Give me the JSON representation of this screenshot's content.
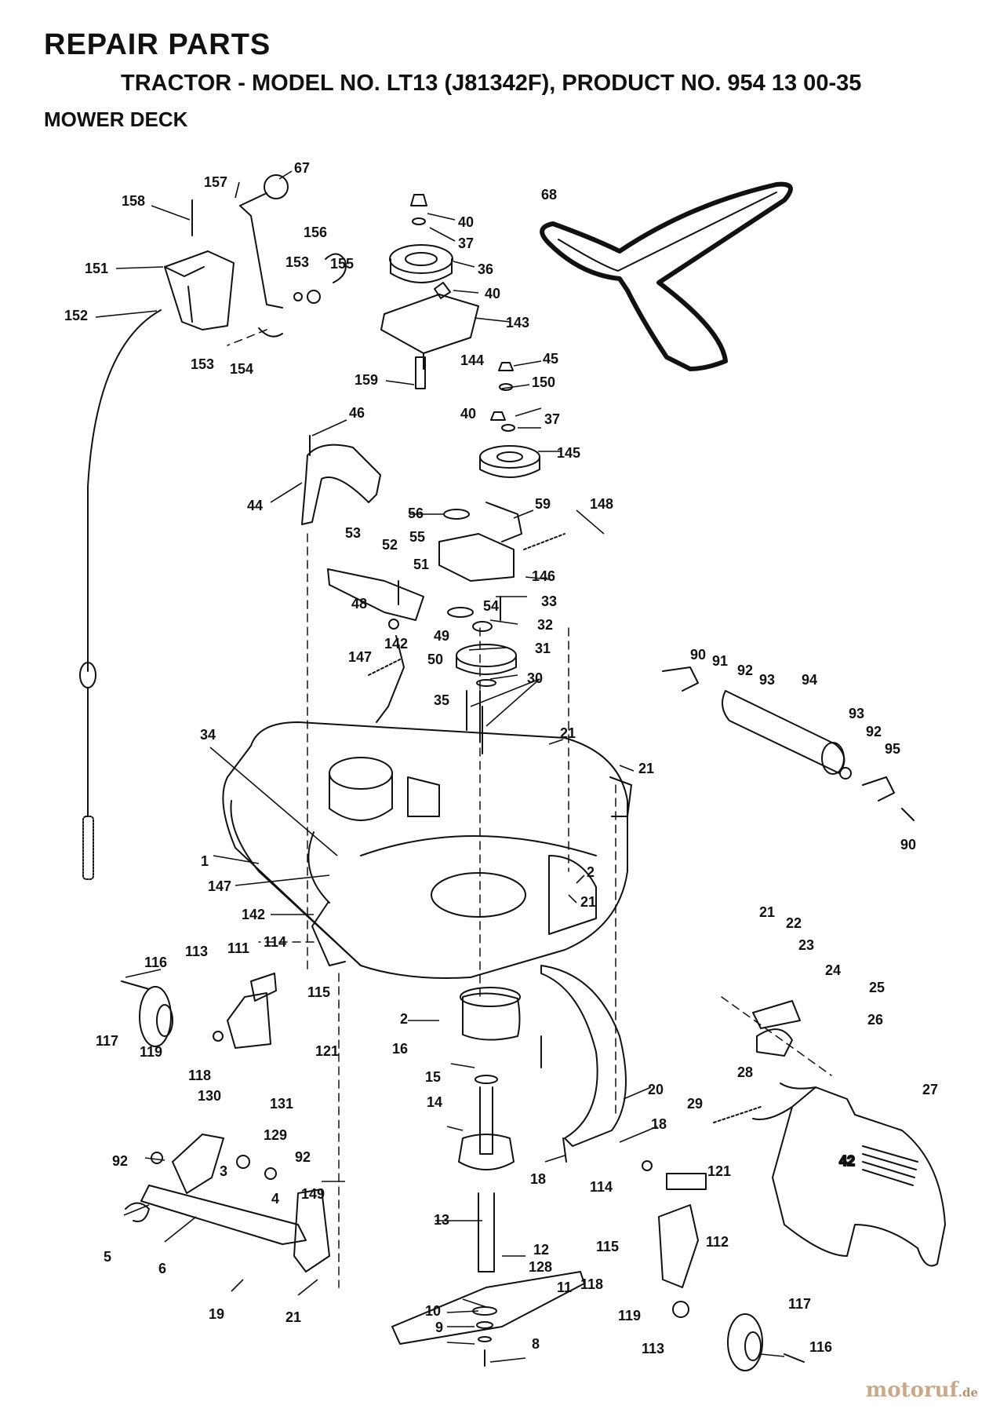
{
  "header": {
    "title": "REPAIR PARTS",
    "subtitle": "TRACTOR - MODEL NO. LT13 (J81342F), PRODUCT NO. 954 13 00-35",
    "section": "MOWER DECK"
  },
  "watermark": {
    "brand": "motoruf",
    "domain": ".de"
  },
  "part_labels": [
    "1",
    "2",
    "3",
    "4",
    "5",
    "6",
    "8",
    "9",
    "10",
    "11",
    "12",
    "13",
    "14",
    "15",
    "16",
    "18",
    "19",
    "20",
    "21",
    "22",
    "23",
    "24",
    "25",
    "26",
    "27",
    "28",
    "29",
    "30",
    "31",
    "32",
    "33",
    "34",
    "35",
    "36",
    "37",
    "40",
    "44",
    "45",
    "46",
    "48",
    "49",
    "50",
    "51",
    "52",
    "53",
    "54",
    "55",
    "56",
    "59",
    "67",
    "68",
    "90",
    "91",
    "92",
    "93",
    "94",
    "95",
    "111",
    "112",
    "113",
    "114",
    "115",
    "116",
    "117",
    "118",
    "119",
    "121",
    "128",
    "129",
    "130",
    "131",
    "142",
    "143",
    "144",
    "145",
    "146",
    "147",
    "148",
    "149",
    "150",
    "151",
    "152",
    "153",
    "154",
    "155",
    "156",
    "157",
    "158",
    "159"
  ],
  "callouts": {
    "c157": "157",
    "c67": "67",
    "c158": "158",
    "c156": "156",
    "c151": "151",
    "c153a": "153",
    "c155": "155",
    "c152": "152",
    "c153b": "153",
    "c154": "154",
    "c40a": "40",
    "c37a": "37",
    "c36": "36",
    "c40b": "40",
    "c143": "143",
    "c144": "144",
    "c159": "159",
    "c68": "68",
    "c45": "45",
    "c150": "150",
    "c40c": "40",
    "c37b": "37",
    "c145": "145",
    "c46": "46",
    "c44": "44",
    "c56": "56",
    "c59": "59",
    "c148": "148",
    "c55": "55",
    "c53": "53",
    "c52": "52",
    "c51": "51",
    "c146": "146",
    "c54": "54",
    "c33": "33",
    "c48": "48",
    "c49": "49",
    "c50": "50",
    "c32": "32",
    "c31": "31",
    "c147a": "147",
    "c142a": "142",
    "c30": "30",
    "c35": "35",
    "c21a": "21",
    "c21b": "21",
    "c90a": "90",
    "c91": "91",
    "c92a": "92",
    "c93a": "93",
    "c94": "94",
    "c93b": "93",
    "c92b": "92",
    "c95": "95",
    "c90b": "90",
    "c34": "34",
    "c1": "1",
    "c147b": "147",
    "c2a": "2",
    "c21c": "21",
    "c142b": "142",
    "c113a": "113",
    "c111": "111",
    "c114a": "114",
    "c116a": "116",
    "c115a": "115",
    "c117a": "117",
    "c119a": "119",
    "c121a": "121",
    "c118a": "118",
    "c2b": "2",
    "c16": "16",
    "c21d": "21",
    "c22": "22",
    "c23": "23",
    "c24": "24",
    "c25": "25",
    "c26": "26",
    "c15": "15",
    "c20": "20",
    "c28": "28",
    "c27": "27",
    "c29": "29",
    "c14": "14",
    "c18a": "18",
    "c18b": "18",
    "c130": "130",
    "c131": "131",
    "c129": "129",
    "c92c": "92",
    "c92d": "92",
    "c3": "3",
    "c4": "4",
    "c149": "149",
    "c5": "5",
    "c6": "6",
    "c13": "13",
    "c12": "12",
    "c128": "128",
    "c11": "11",
    "c114b": "114",
    "c121b": "121",
    "c115b": "115",
    "c112": "112",
    "c118b": "118",
    "c119b": "119",
    "c117b": "117",
    "c10": "10",
    "c9": "9",
    "c8": "8",
    "c19": "19",
    "c21e": "21",
    "c113b": "113",
    "c116b": "116",
    "decal": "42"
  }
}
